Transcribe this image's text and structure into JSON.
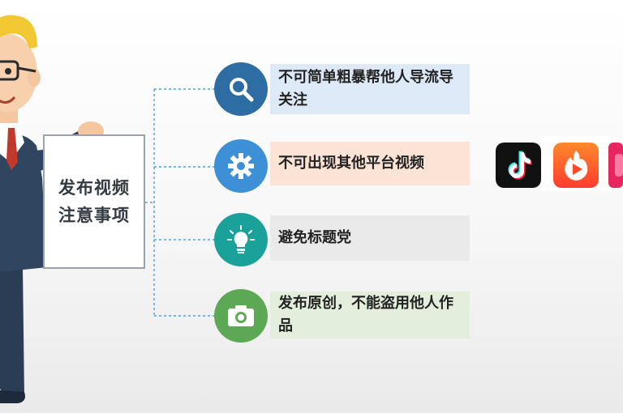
{
  "board": {
    "title_line1": "发布视频",
    "title_line2": "注意事项"
  },
  "items": [
    {
      "icon": "search-icon",
      "text": "不可简单粗暴帮他人导流导关注",
      "circle_color": "#2e6da4",
      "box_color": "#dde9f6"
    },
    {
      "icon": "gear-icon",
      "text": "不可出现其他平台视频",
      "circle_color": "#3d8fd6",
      "box_color": "#fbe3d6"
    },
    {
      "icon": "lightbulb-icon",
      "text": "避免标题党",
      "circle_color": "#1aa29a",
      "box_color": "#eaeaea"
    },
    {
      "icon": "camera-icon",
      "text": "发布原创，不能盗用他人作品",
      "circle_color": "#5da855",
      "box_color": "#e3efdc"
    }
  ],
  "apps": [
    {
      "icon": "tiktok-icon",
      "color": "#111111"
    },
    {
      "icon": "kuaishou-icon",
      "color": "#ff5a2b"
    },
    {
      "icon": "app-icon-partial",
      "color": "#e8265e"
    }
  ]
}
